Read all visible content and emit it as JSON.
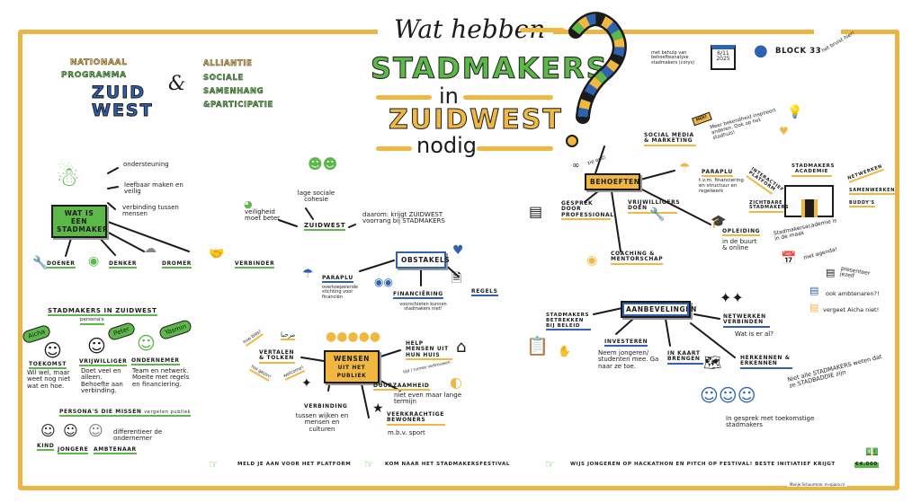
{
  "colors": {
    "green": "#5cb848",
    "blue": "#2f62b0",
    "yellow": "#f0b840",
    "frame": "#eab446"
  },
  "title": {
    "line1": "Wat hebben",
    "line2": "STADMAKERS",
    "line3": "in",
    "line4": "ZUIDWEST",
    "line5": "nodig"
  },
  "header": {
    "np1": "NATIONAAL",
    "np2": "PROGRAMMA",
    "np3": "ZUID",
    "np4": "WEST",
    "amp": "&",
    "al1": "ALLIANTIE",
    "al2": "SOCIALE",
    "al3": "SAMENHANG",
    "al4": "&PARTICIPATIE"
  },
  "info": {
    "note": "met behulp van behoefteanalyse stadmakers (corys)",
    "date": "6/11 2025",
    "location": "BLOCK 33",
    "bruist": "het bruist hier!"
  },
  "stadmaker": {
    "box": "WAT IS EEN STADMAKER",
    "items": [
      "ondersteuning",
      "leefbaar maken en veilig",
      "verbinding tussen mensen"
    ],
    "types": [
      "DOENER",
      "DENKER",
      "DROMER",
      "VERBINDER"
    ]
  },
  "zuidwest": {
    "cohesie": "lage sociale cohesie",
    "veiligheid": "veiligheid moet beter",
    "label": "ZUIDWEST",
    "daarom": "daarom: krijgt ZUIDWEST voorrang bij STADMAKERS"
  },
  "obstakels": {
    "box": "OBSTAKELS",
    "items": [
      {
        "title": "PARAPLU",
        "text": "overkoepelende stichting voor financiën"
      },
      {
        "title": "FINANCIËRING",
        "text": "voorschieten kunnen stadmakers niet!"
      },
      {
        "title": "REGELS",
        "text": ""
      }
    ]
  },
  "personas": {
    "title": "STADMAKERS IN ZUIDWEST",
    "subtitle": "persona's",
    "people": [
      {
        "name": "Aicha",
        "role": "TOEKOMST",
        "text": "Wil wel, maar weet nog niet wat en hoe."
      },
      {
        "name": "Peter",
        "role": "VRIJWILLIGER",
        "text": "Doet veel en alleen. Behoefte aan verbinding."
      },
      {
        "name": "Yasmin",
        "role": "ONDERNEMER",
        "text": "Team en netwerk. Moeite met regels en financiering."
      }
    ],
    "missing_title": "PERSONA'S DIE MISSEN",
    "missing_sub": "vergeten publiek",
    "missing": [
      "KIND",
      "JONGERE",
      "AMBTENAAR"
    ],
    "differentieer": "differentieer de ondernemer"
  },
  "wensen": {
    "box1": "WENSEN",
    "box2": "uit het PUBLIEK",
    "greetings": [
      "hoe bies!",
      "مرحبا",
      "hoi gezin!",
      "welcome!"
    ],
    "items": [
      {
        "title": "VERTALEN & TOLKEN",
        "text": ""
      },
      {
        "title": "HELP MENSEN UIT HUN HUIS",
        "text": ""
      },
      {
        "title": "DUURZAAMHEID",
        "text": "niet even maar lange termijn",
        "note": "tijd / ruimte vertrouwen"
      },
      {
        "title": "VEERKRACHTIGE BEWONERS",
        "text": "m.b.v. sport"
      },
      {
        "title": "VERBINDING",
        "text": "tussen wijken en mensen en culturen"
      }
    ]
  },
  "behoeften": {
    "box": "BEHOEFTEN",
    "zie": "zie ons!",
    "items": [
      {
        "title": "SOCIAL MEDIA & MARKETING",
        "text": ""
      },
      {
        "title": "PARAPLU",
        "text": "t.v.m. financiering en structuur en regelwerk"
      },
      {
        "title": "OPLEIDING",
        "text": "in de buurt & online"
      },
      {
        "title": "COACHING & MENTORSCHAP",
        "text": ""
      },
      {
        "title": "VRIJWILLIGERS DOEN",
        "text": ""
      },
      {
        "title": "GESPREK DOOR PROFESSIONAL",
        "text": ""
      }
    ],
    "hoi": "HOI!",
    "bekendheid": "Meer bekendheid inspireert anderen. Ook op het stadhuis!"
  },
  "academie": {
    "title": "STADMAKERS ACADEMIE",
    "left": [
      "INTERACTIEF PLATFORM",
      "ZICHTBARE STADMAKERS"
    ],
    "right": [
      "NETWERKEN",
      "SAMENWERKEN",
      "BUDDY'S"
    ],
    "note": "Stadmakersacademie is in de maak",
    "agenda": "met agenda!",
    "p1": "presenteer jezelf",
    "p2": "ook ambtenaren?!",
    "p3": "vergeet Aicha niet!"
  },
  "aanbevelingen": {
    "box": "AANBEVELINGEN",
    "items": [
      {
        "title": "STADMAKERS BETREKKEN BIJ BELEID",
        "text": ""
      },
      {
        "title": "INVESTEREN",
        "text": "Neem jongeren/ studenten mee. Ga naar ze toe."
      },
      {
        "title": "IN KAART BRENGEN",
        "text": ""
      },
      {
        "title": "HERKENNEN & ERKENNEN",
        "text": ""
      },
      {
        "title": "NETWERKEN VERBINDEN",
        "text": "Wat is er al?"
      }
    ],
    "gesprek": "In gesprek met toekomstige stadmakers",
    "niet_alle": "Niet alle STADMAKERS weten dat ze STADBADDIE zijn"
  },
  "footer": {
    "cta": [
      "MELD JE AAN VOOR HET PLATFORM",
      "KOM NAAR HET STADMAKERSFESTIVAL",
      "WIJS JONGEREN OP HACKATHON EN PITCH OP FESTIVAL! BESTE INITIATIEF KRIJGT"
    ],
    "prize": "€4.000",
    "credit": "Marije Schuurman, m-space.nl"
  }
}
